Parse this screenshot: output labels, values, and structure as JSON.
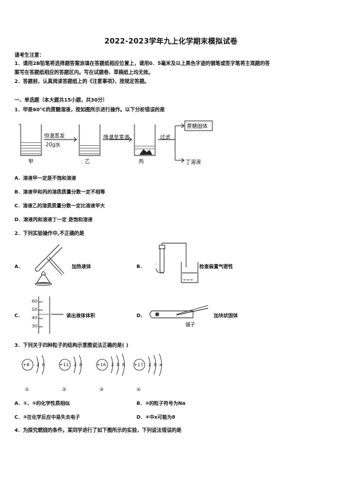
{
  "title": "2022-2023学年九上化学期末模拟试卷",
  "notice": {
    "heading": "请考生注意：",
    "line1": "1．请用2B铅笔将选择题答案涂填在答题纸相应位置上，请用0．5毫米及以上黑色字迹的钢笔或签字笔将主观题的答",
    "line2": "案写在答题纸相应的答题区内。写在试题卷、草稿纸上均无效。",
    "line3": "2．答题前，认真阅读答题纸上的《注意事项》，按规定答题。"
  },
  "section1": "一、单选题（本大题共15小题，共30分）",
  "q1": {
    "stem": "1．甲是60°C的蔗糖溶液，按如图所示进行操作。以下分析错误的是",
    "fig": {
      "step1": "恒温蒸发",
      "step1b": "20g水",
      "step2": "降温至室温",
      "step3": "过滤",
      "solid": "蔗糖固体",
      "beaker_a": "甲",
      "beaker_b": "乙",
      "beaker_c": "丙",
      "filtrate": "丁溶液"
    },
    "options": [
      "A．溶液甲一定是不饱和溶液",
      "B．溶液甲和丙的溶质质量分数一定不相等",
      "C．溶液乙的溶质质量分数一定比溶液甲大",
      "D．溶液丙和溶液丁一定 是饱和溶液"
    ]
  },
  "q2": {
    "stem": "2．下列实验操作中,不正确的是",
    "a_letter": "A．",
    "a_label": "加热液体",
    "b_letter": "B．",
    "b_label": "检查装置气密性",
    "c_letter": "C．",
    "c_label": "读出液体体积",
    "c_ticks": [
      "60",
      "50",
      "40",
      "30"
    ],
    "d_letter": "D．",
    "d_label": "加块状固体",
    "d_tool": "镊子"
  },
  "q3": {
    "stem": "3．下列关于四种粒子的结构示意图说法正确的是(     )",
    "nuclei": [
      "+8",
      "+11",
      "+16",
      "+17"
    ],
    "shells": [
      [
        "2",
        "6"
      ],
      [
        "2",
        "8"
      ],
      [
        "2",
        "8",
        "8"
      ],
      [
        "2",
        "8",
        "x"
      ]
    ],
    "marks": [
      "①",
      "②",
      "③",
      "④"
    ],
    "opt_a": "A．①、②的化学性质相似",
    "opt_b": "B．②的粒子符号为Na",
    "opt_c": "C．③在化学反应中易失去电子",
    "opt_d": "D．④中x可能为8"
  },
  "q4": {
    "stem": "4．为探究燃烧的条件。某同学进行了如下图所示的实验，下列说法错误的是"
  }
}
